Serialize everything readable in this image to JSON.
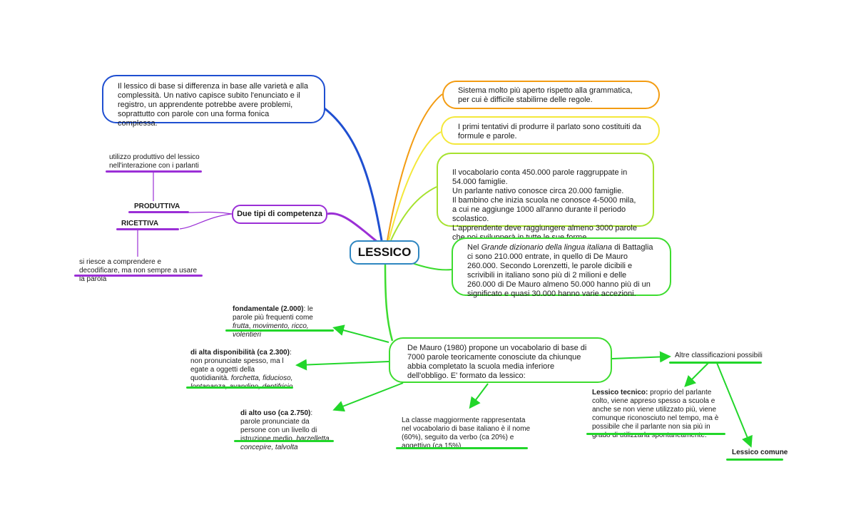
{
  "center": {
    "label": "LESSICO"
  },
  "top_left": {
    "text": "Il lessico di base si differenza in base alle varietà e alla complessità. Un nativo capisce subito l'enunciato e il registro, un apprendente potrebbe avere problemi, soprattutto con parole con una forma fonica complessa."
  },
  "competenza": {
    "title": "Due tipi di competenza",
    "produttiva_label": "PRODUTTIVA",
    "produttiva_desc": "utilizzo produttivo del lessico nell'interazione con i parlanti",
    "ricettiva_label": "RICETTIVA",
    "ricettiva_desc": "si riesce a comprendere e decodificare, ma non sempre a usare la parola"
  },
  "right": {
    "orange": "Sistema molto più aperto rispetto alla grammatica, per cui è difficile stabilirne delle regole.",
    "yellow": "I primi tentativi di produrre il parlato sono costituiti da formule e parole.",
    "lime": "Il vocabolario conta 450.000 parole raggruppate in 54.000 famiglie.\nUn parlante nativo conosce circa 20.000 famiglie.\nIl bambino che inizia scuola ne conosce 4-5000 mila, a cui ne aggiunge 1000 all'anno durante il periodo scolastico.\nL'apprendente deve raggiungere almeno 3000 parole che poi svilupperà in tutte le sue forme.",
    "green": {
      "pre": "Nel ",
      "italic": "Grande dizionario della lingua italiana",
      "post": " di Battaglia ci sono 210.000 entrate, in quello di De Mauro 260.000. Secondo Lorenzetti, le parole dicibili e scrivibili in italiano sono più di 2 milioni e delle 260.000 di De Mauro almeno 50.000 hanno più di un significato e quasi 30.000 hanno varie accezioni."
    }
  },
  "de_mauro": {
    "text": "De Mauro (1980) propone un vocabolario di base di 7000 parole teoricamente conosciute da chiunque abbia completato la scuola media inferiore dell'obbligo. E' formato da lessico:",
    "fondamentale": {
      "bold": "fondamentale (2.000)",
      "text": ": le parole più frequenti come ",
      "italic1": "frutta",
      "sep": ", ",
      "italic2": "movimento, ricco, volentieri"
    },
    "alta": {
      "bold": "di alta disponibilità (ca 2.300)",
      "text": ": non pronunciate spesso, ma l egate a oggetti della quotidianità. ",
      "italic": "forchetta, fiducioso, lontananza, avandino, dentifricio"
    },
    "alto_uso": {
      "bold": "di alto uso (ca 2.750)",
      "text": ": parole pronunciate da persone con un livello di istruzione medio. ",
      "italic": "barzelletta, concepire, talvolta"
    },
    "classe": "La classe maggiormente rappresentata nel vocabolario di base italiano è il nome (60%), seguito da verbo (ca 20%) e aggettivo (ca 15%).",
    "altre": {
      "label": "Altre classificazioni possibili",
      "tecnico_bold": "Lessico tecnico:",
      "tecnico_text": " proprio del parlante colto, viene appreso spesso a scuola e anche se non viene utilizzato più, viene comunque riconosciuto nel tempo, ma è possibile che il parlante non sia più in grado di utilizzarla spontaneamente.",
      "comune": "Lessico comune"
    }
  },
  "colors": {
    "blue": "#1f4fd1",
    "purple": "#9b2fd6",
    "orange": "#f39c12",
    "yellow": "#f4e83a",
    "lime": "#a6e22e",
    "green": "#3ddc2f",
    "center_border": "#2e86c1"
  }
}
